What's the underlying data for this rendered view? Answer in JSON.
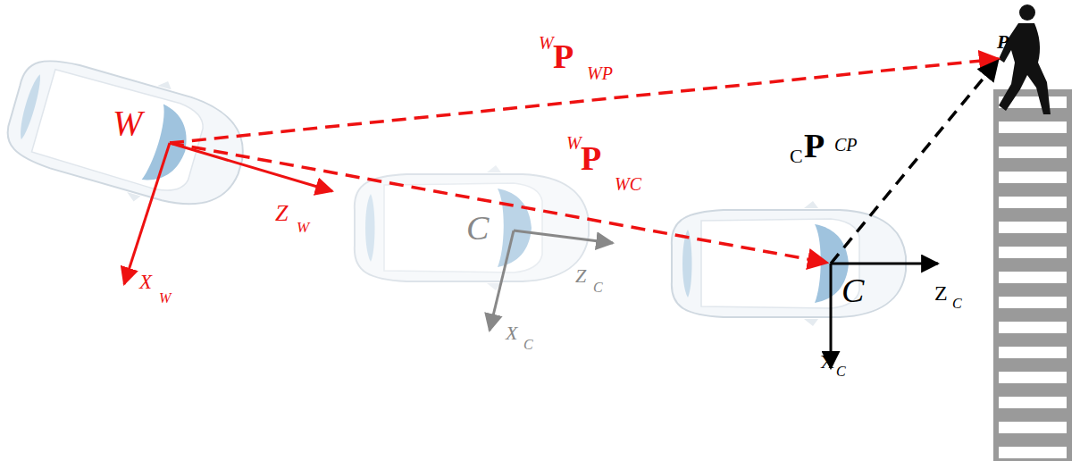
{
  "diagram": {
    "labels": [
      "W",
      "Z",
      "W",
      "X",
      "W",
      "W",
      "P",
      "WP",
      "W",
      "P",
      "WC",
      "C",
      "Z",
      "C",
      "X",
      "C",
      "C",
      "Z",
      "C",
      "X",
      "C",
      "C",
      "P",
      "CP",
      "P"
    ]
  }
}
